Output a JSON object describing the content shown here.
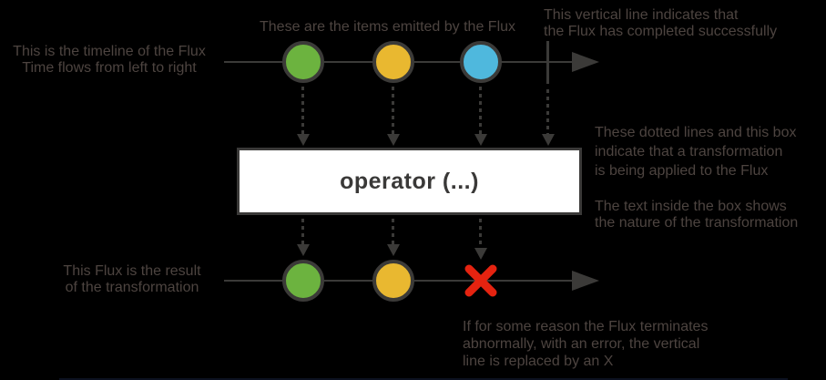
{
  "title": "Flux marble diagram explanation",
  "colors": {
    "background": "#000000",
    "line": "#3b3a38",
    "annotation_text": "#4d4440",
    "operator_box_background": "#ffffff",
    "operator_box_border": "#3a3938",
    "operator_text": "#3a3938",
    "marble_green": "#6cb33f",
    "marble_yellow": "#e9b830",
    "marble_blue": "#4fb8dd",
    "error_red": "#e52310"
  },
  "annotations": {
    "timeline_info": {
      "lines": [
        "This is the timeline of the Flux",
        "Time flows from left to right"
      ]
    },
    "items_emitted": {
      "lines": [
        "These are the items emitted by the Flux"
      ]
    },
    "completion": {
      "lines": [
        "This vertical line indicates that",
        "the Flux has completed successfully"
      ]
    },
    "transformation": {
      "lines": [
        "These dotted lines and this box",
        "indicate that a transformation",
        "is being applied to the Flux"
      ]
    },
    "box_text": {
      "lines": [
        "The text inside the box shows",
        "the nature of the transformation"
      ]
    },
    "result": {
      "lines": [
        "This Flux is the result",
        "of the transformation"
      ]
    },
    "error": {
      "lines": [
        "If for some reason the Flux terminates",
        "abnormally, with an error, the vertical",
        "line is replaced by an X"
      ]
    }
  },
  "operator_box": {
    "label": "operator (...)"
  },
  "source_flux": {
    "marbles": [
      "green",
      "yellow",
      "blue"
    ],
    "terminal": "complete"
  },
  "result_flux": {
    "marbles": [
      "green",
      "yellow"
    ],
    "terminal": "error"
  }
}
